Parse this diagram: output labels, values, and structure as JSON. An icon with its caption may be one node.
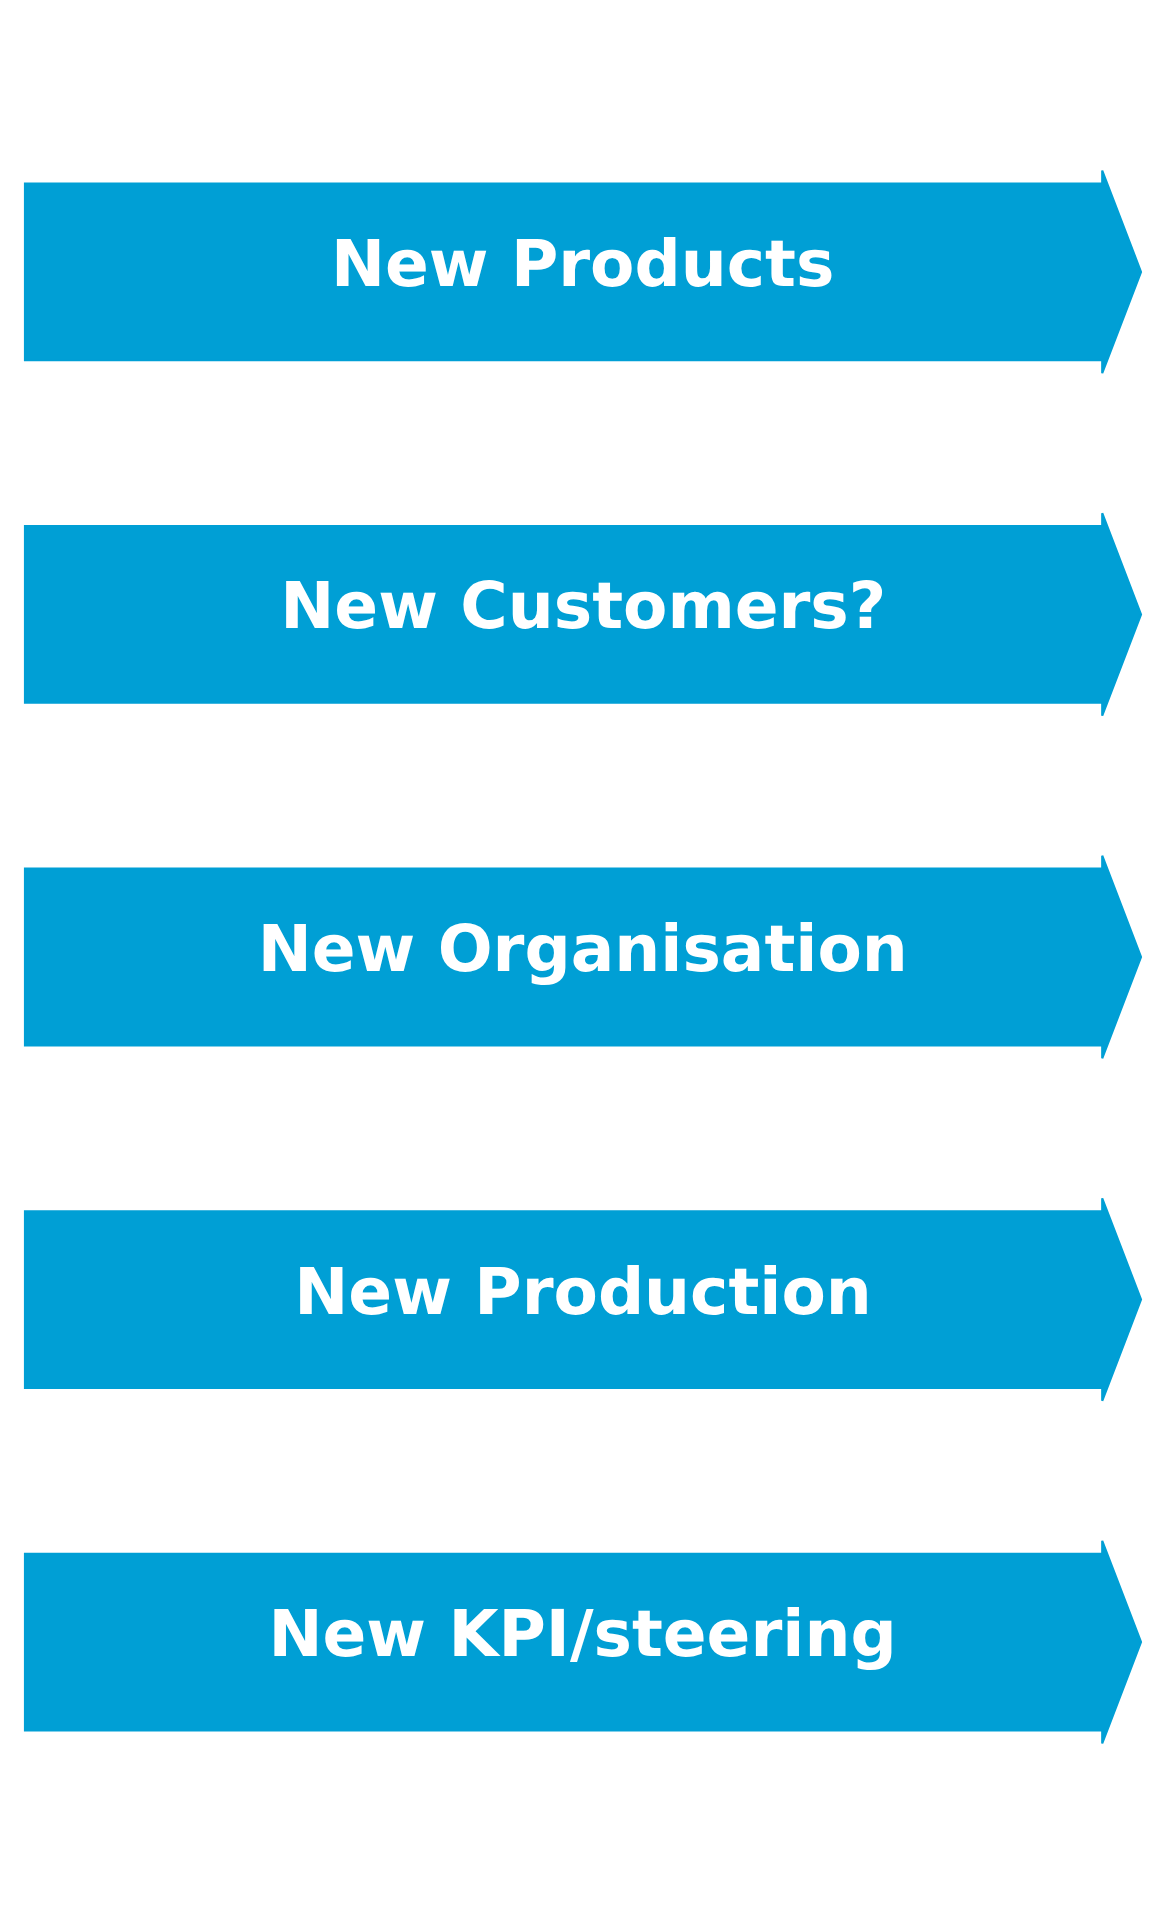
{
  "diagram": {
    "nodes": [
      {
        "text": [
          "New Products"
        ]
      },
      {
        "text": [
          "New Customers?"
        ]
      },
      {
        "text": [
          "New Organisation"
        ]
      },
      {
        "text": [
          "New Production"
        ]
      },
      {
        "text": [
          "New KPI/steering"
        ]
      }
    ]
  }
}
